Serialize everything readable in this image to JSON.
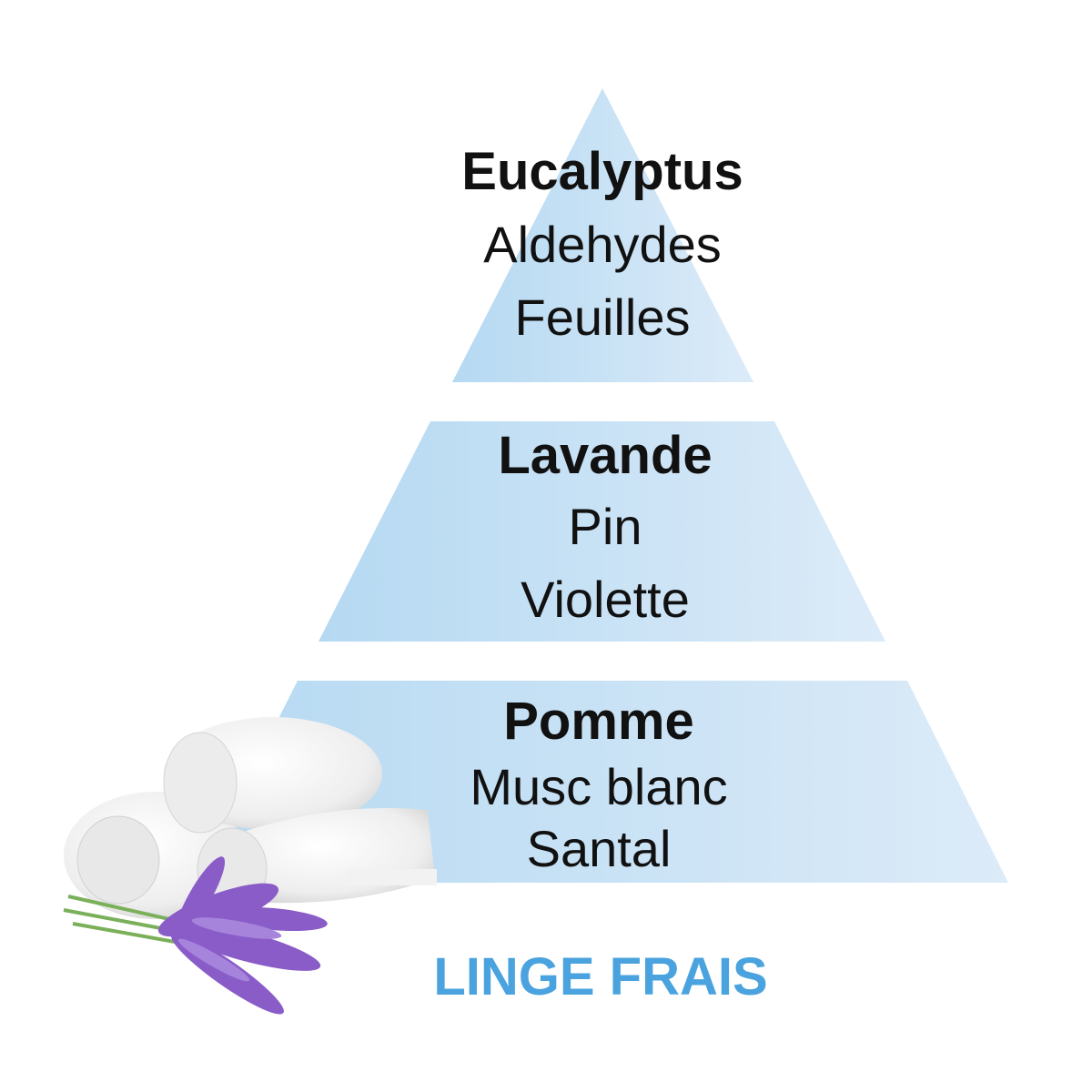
{
  "pyramid": {
    "top": {
      "main": "Eucalyptus",
      "notes": [
        "Aldehydes",
        "Feuilles"
      ]
    },
    "heart": {
      "main": "Lavande",
      "notes": [
        "Pin",
        "Violette"
      ]
    },
    "base": {
      "main": "Pomme",
      "notes": [
        "Musc blanc",
        "Santal"
      ]
    }
  },
  "title": "LINGE FRAIS",
  "colors": {
    "tier_left": "#b5d9f2",
    "tier_right": "#dcebf8",
    "title": "#4aa3de",
    "text": "#111111",
    "lavender": "#8a5cc8"
  }
}
